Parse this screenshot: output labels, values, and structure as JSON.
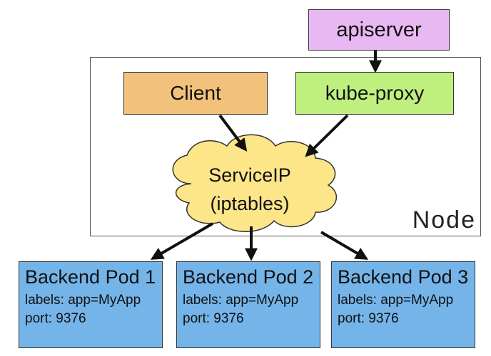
{
  "apiserver": {
    "label": "apiserver"
  },
  "node": {
    "label": "Node"
  },
  "client": {
    "label": "Client"
  },
  "kube_proxy": {
    "label": "kube-proxy"
  },
  "service": {
    "line1": "ServiceIP",
    "line2": "(iptables)"
  },
  "pods": [
    {
      "name": "Backend Pod 1",
      "labels": "labels: app=MyApp",
      "port": "port: 9376"
    },
    {
      "name": "Backend Pod 2",
      "labels": "labels: app=MyApp",
      "port": "port: 9376"
    },
    {
      "name": "Backend Pod 3",
      "labels": "labels: app=MyApp",
      "port": "port: 9376"
    }
  ],
  "colors": {
    "apiserver": "#e8b8f2",
    "client": "#f2c27c",
    "kube_proxy": "#bff07f",
    "cloud": "#fde58a",
    "pod": "#74b4e8"
  }
}
